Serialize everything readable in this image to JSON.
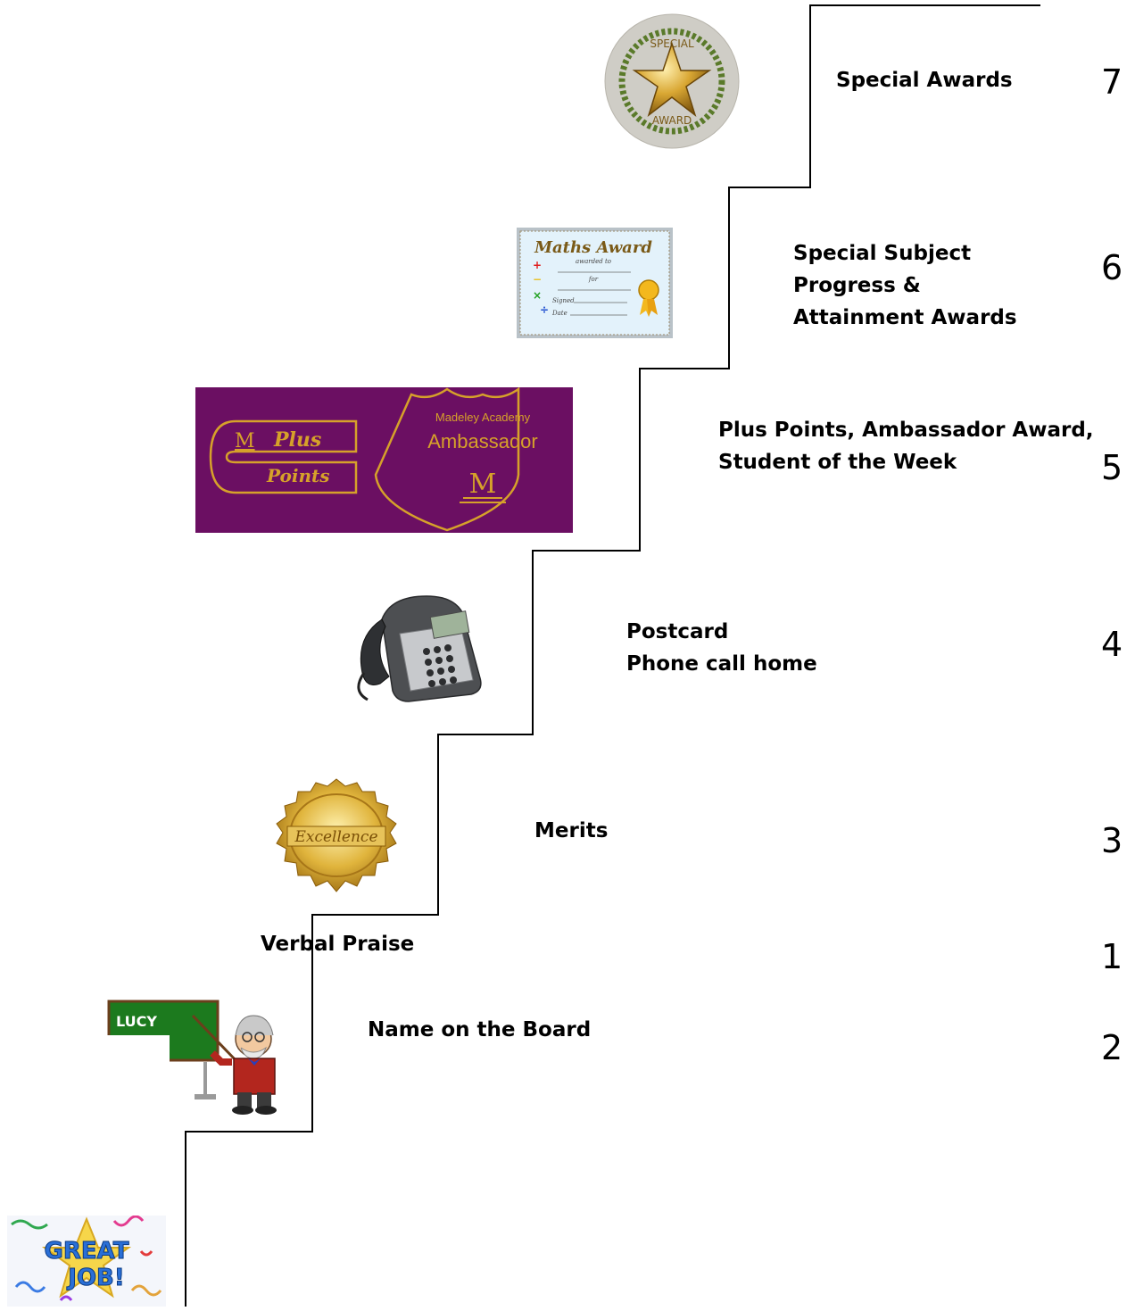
{
  "steps": [
    {
      "number": "1",
      "label": "Verbal Praise"
    },
    {
      "number": "2",
      "label": "Name on the Board"
    },
    {
      "number": "3",
      "label": "Merits"
    },
    {
      "number": "4",
      "label": "Postcard\nPhone call home"
    },
    {
      "number": "5",
      "label": "Plus Points, Ambassador Award,\nStudent of the Week"
    },
    {
      "number": "6",
      "label": "Special Subject\nProgress &\nAttainment Awards"
    },
    {
      "number": "7",
      "label": "Special Awards"
    }
  ],
  "images": {
    "great_job": {
      "line1": "GREAT",
      "line2": "JOB!",
      "icon": "great-job-icon"
    },
    "board": {
      "name": "LUCY",
      "icon": "teacher-board-icon"
    },
    "merit_seal": {
      "text": "Excellence",
      "icon": "gold-seal-icon"
    },
    "phone": {
      "icon": "desk-phone-icon"
    },
    "plus_points": {
      "m": "M",
      "plus": "Plus",
      "points": "Points"
    },
    "ambassador": {
      "school": "Madeley Academy",
      "title": "Ambassador",
      "m": "M"
    },
    "maths_award": {
      "title": "Maths Award",
      "awarded": "awarded to",
      "for": "for",
      "signed": "Signed",
      "date": "Date",
      "icon": "certificate-icon"
    },
    "special_award": {
      "top": "SPECIAL",
      "bottom": "AWARD",
      "icon": "special-award-medal-icon"
    }
  },
  "colors": {
    "purple_bg": "#6b0f62",
    "gold": "#d6a12a",
    "board_green": "#1c7a1e"
  }
}
